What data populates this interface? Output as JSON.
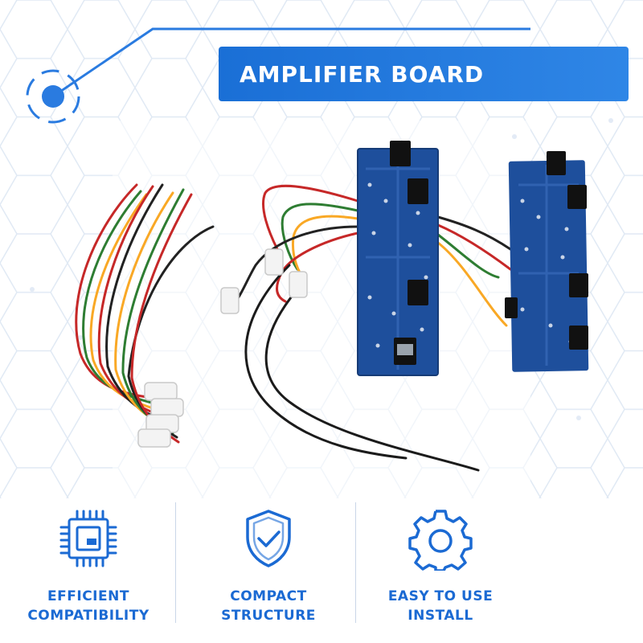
{
  "banner": {
    "title": "AMPLIFIER BOARD"
  },
  "features": [
    {
      "line1": "EFFICIENT",
      "line2": "COMPATIBILITY",
      "icon": "chip-icon"
    },
    {
      "line1": "COMPACT",
      "line2": "STRUCTURE",
      "icon": "shield-check-icon"
    },
    {
      "line1": "EASY TO USE",
      "line2": "INSTALL",
      "icon": "gear-icon"
    }
  ],
  "colors": {
    "accent": "#1b6ad3",
    "banner": "#2f86e6",
    "board": "#1e4f9c",
    "hex_lines": "#dde7f3"
  }
}
